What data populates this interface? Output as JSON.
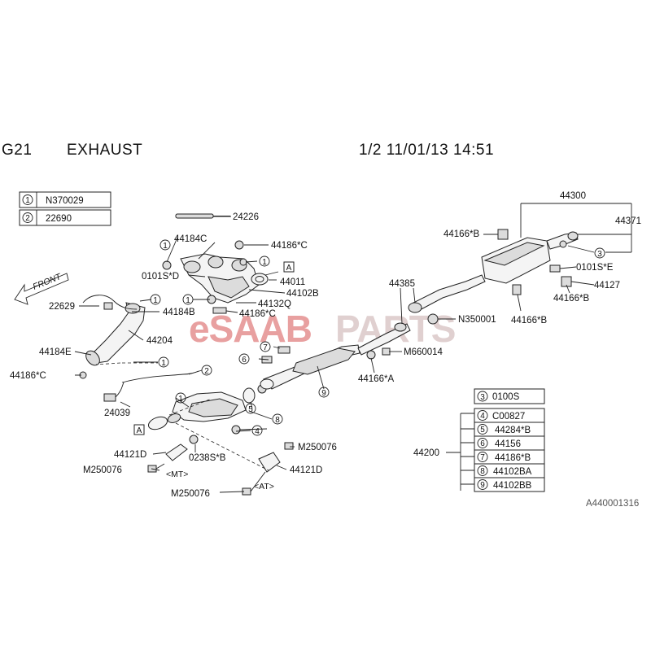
{
  "header": {
    "group_code": "G21",
    "title": "EXHAUST",
    "page_info": "1/2 11/01/13 14:51"
  },
  "legend_top": [
    {
      "num": "1",
      "code": "N370029"
    },
    {
      "num": "2",
      "code": "22690"
    }
  ],
  "front_label": "FRONT",
  "watermark": {
    "part1": "eSAAB",
    "part2": "PARTS",
    "color1": "#e8a0a0",
    "color2": "#e0d0d0"
  },
  "labels": {
    "l24226": "24226",
    "l44184C": "44184C",
    "l44186Cc": "44186*C",
    "l0101SD": "0101S*D",
    "l44011": "44011",
    "l44102B": "44102B",
    "l44132Q": "44132Q",
    "l44186Cb": "44186*C",
    "l22629": "22629",
    "l44184B": "44184B",
    "l44204": "44204",
    "l44184E": "44184E",
    "l44186Ca": "44186*C",
    "l24039": "24039",
    "l44121Da": "44121D",
    "l0238SB": "0238S*B",
    "l_mt": "<MT>",
    "l_at": "<AT>",
    "lM250076a": "M250076",
    "lM250076b": "M250076",
    "lM250076c": "M250076",
    "l44121Db": "44121D",
    "l44385": "44385",
    "lN350001": "N350001",
    "lM660014": "M660014",
    "l44166Aa": "44166*A",
    "l44300": "44300",
    "l44371": "44371",
    "l44166Bt": "44166*B",
    "l0101SE": "0101S*E",
    "l44127": "44127",
    "l44166Bm": "44166*B",
    "l44166Bb": "44166*B",
    "l44200": "44200",
    "figure_id": "A440001316",
    "box_a": "A"
  },
  "callout_nums": {
    "c1": "1",
    "c2": "2",
    "c3": "3",
    "c4": "4",
    "c5": "5",
    "c6": "6",
    "c7": "7",
    "c8": "8",
    "c9": "9"
  },
  "legend_bottom": [
    {
      "num": "3",
      "code": "0100S"
    },
    {
      "num": "4",
      "code": "C00827"
    },
    {
      "num": "5",
      "code": "44284*B"
    },
    {
      "num": "6",
      "code": "44156"
    },
    {
      "num": "7",
      "code": "44186*B"
    },
    {
      "num": "8",
      "code": "44102BA"
    },
    {
      "num": "9",
      "code": "44102BB"
    }
  ]
}
